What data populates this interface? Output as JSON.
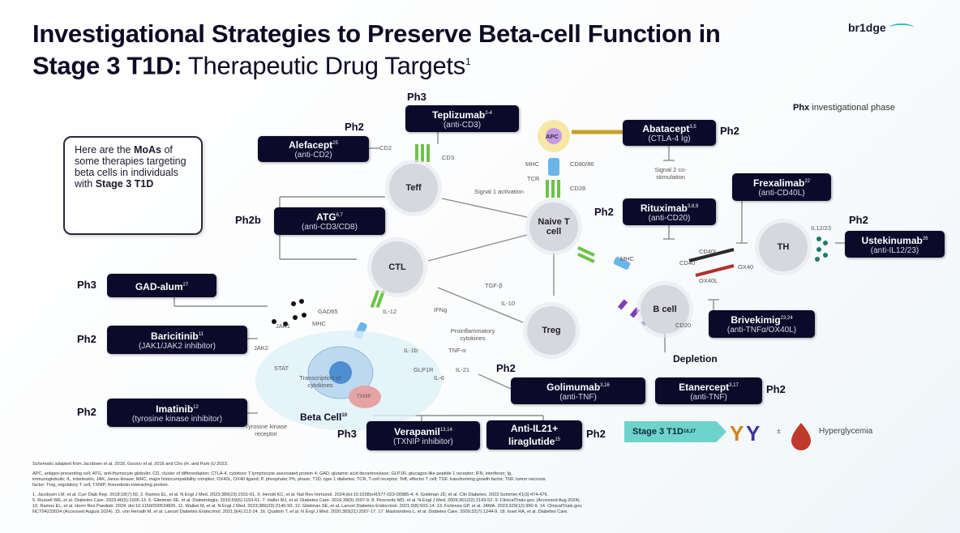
{
  "title": {
    "bold": "Investigational Strategies to Preserve Beta-cell Function in Stage 3 T1D:",
    "light": " Therapeutic Drug Targets",
    "sup": "1"
  },
  "logo": "br1dge",
  "legend": {
    "key": "Phx",
    "text": " investigational phase"
  },
  "info_box": {
    "pre": "Here are the ",
    "bold1": "MoAs",
    "mid": " of some therapies targeting beta cells in individuals with ",
    "bold2": "Stage 3 T1D"
  },
  "drugs": [
    {
      "name": "Teplizumab",
      "ref": "2-4",
      "sub": "(anti-CD3)",
      "phase": "Ph3"
    },
    {
      "name": "Alefacept",
      "ref": "25",
      "sub": "(anti-CD2)",
      "phase": "Ph2"
    },
    {
      "name": "ATG",
      "ref": "6,7",
      "sub": "(anti-CD3/CD8)",
      "phase": "Ph2b"
    },
    {
      "name": "Abatacept",
      "ref": "3,5",
      "sub": "(CTLA-4 Ig)",
      "phase": "Ph2"
    },
    {
      "name": "Frexalimab",
      "ref": "22",
      "sub": "(anti-CD40L)",
      "phase": ""
    },
    {
      "name": "Rituximab",
      "ref": "3,8,9",
      "sub": "(anti-CD20)",
      "phase": "Ph2"
    },
    {
      "name": "Ustekinumab",
      "ref": "26",
      "sub": "(anti-IL12/23)",
      "phase": "Ph2"
    },
    {
      "name": "Brivekimig",
      "ref": "23,24",
      "sub": "(anti-TNFα/OX40L)",
      "phase": ""
    },
    {
      "name": "GAD-alum",
      "ref": "27",
      "sub": "",
      "phase": "Ph3"
    },
    {
      "name": "Baricitinib",
      "ref": "11",
      "sub": "(JAK1/JAK2 inhibitor)",
      "phase": "Ph2"
    },
    {
      "name": "Imatinib",
      "ref": "12",
      "sub": "(tyrosine kinase inhibitor)",
      "phase": "Ph2"
    },
    {
      "name": "Golimumab",
      "ref": "3,16",
      "sub": "(anti-TNF)",
      "phase": "Ph2"
    },
    {
      "name": "Etanercept",
      "ref": "3,17",
      "sub": "(anti-TNF)",
      "phase": "Ph2"
    },
    {
      "name": "Verapamil",
      "ref": "13,14",
      "sub": "(TXNIP inhibitor)",
      "phase": "Ph3"
    },
    {
      "name": "Anti-IL21+ liraglutide",
      "ref": "15",
      "sub": "",
      "phase": "Ph2"
    }
  ],
  "cells": {
    "teff": "Teff",
    "naive": "Naive T cell",
    "ctl": "CTL",
    "treg": "Treg",
    "bcell": "B cell",
    "th": "TH",
    "apc": "APC",
    "beta": "Beta Cell",
    "beta_ref": "10",
    "txnip": "TXNIP"
  },
  "labels": [
    "CD2",
    "CD3",
    "MHC",
    "TCR",
    "CD80/86",
    "CD28",
    "Signal 1 activation",
    "Signal 2 co-stimulation",
    "CD40L",
    "CD40",
    "OX40",
    "OX40L",
    "IL12/23",
    "MHC",
    "CD20",
    "TGF-β",
    "IL-10",
    "IL-12",
    "IFNg",
    "Proinflammatory cytokines",
    "IL-1b",
    "TNF-α",
    "IL-6",
    "IL-21",
    "GLP1R",
    "GAD65",
    "JAK1",
    "JAK2",
    "MHC",
    "STAT",
    "Transcription of cytokines",
    "Tyrosine kinase receptor"
  ],
  "depletion": "Depletion",
  "stage": {
    "label": "Stage 3 T1D",
    "ref": "18,27",
    "pm": "±",
    "hyper": "Hyperglycemia"
  },
  "colors": {
    "drug_box": "#0c0a2a",
    "cell": "#d6d7df",
    "stage": "#6fd3cd",
    "tcr_green": "#6cc24a",
    "mhc_blue": "#6bb6e8"
  },
  "footer": {
    "schematic": "Schematic adapted from Jacobsen et al. 2018, Gurzov et al. 2016 and Cho (H. and Park (U 2023.",
    "abbrev1": "APC, antigen-presenting cell; ATG, anti-thymocyte globulin; CD, cluster of differentiation; CTLA-4, cytotoxic T-lymphocyte associated protein 4; GAD, glutamic acid decarboxylase; GLP1R, glucagon-like peptide 1 receptor; IFN, interferon; Ig,",
    "abbrev2": "immunoglobulin; IL, interleukin; JAK, Janus kinase; MHC, major histocompatibility complex; OX40L, OX40 ligand; P, phosphate; Ph, phase; T1D, type 1 diabetes; TCR, T-cell receptor; Teff, effector T cell; TGF, transforming growth factor; TNF, tumor necrosis",
    "abbrev3": "factor; Treg, regulatory T cell; TXNIP, thioredoxin-interacting protein.",
    "refs1": "1. Jacobsen LM, et al. Curr Diab Rep. 2018;18(7):50. 2. Ramos EL, et al. N Engl J Med. 2023;389(23):2151-61. 3. Herold KC, et al. Nat Rev Immunol. 2024;doi:10.1038/s41577-023-00985-4. 4. Goldman JD, et al. Clin Diabetes. 2023 Summer;41(3):474-476.",
    "refs2": "5. Russell WE, et al. Diabetes Care. 2023;46(5):1005-13. 6. Gitelman SE, et al. Diabetologia. 2016;59(6):1153-61. 7. Haller MJ, et al. Diabetes Care. 2016;39(9):1597-9. 8. Pescovitz MD, et al. N Engl J Med. 2009;361(22):2143-52. 9. ClinicalTrials.gov. (Accessed Aug 2024).",
    "refs3": "10. Ramos EL, et al. Horm Res Paediatr. 2024; doi:10.1159/000534826. 11. Waibel M, et al. N Engl J Med. 2023;389(23):2140-50. 12. Gitelman SE, et al. Lancet Diabetes Endocrinol. 2021;9(8):502-14. 13. Forlenza GP, et al. JAMA. 2023;329(12):990-9. 14. ClinicalTrials.gov.",
    "refs4": "NCT04233034 (Accessed August 2024). 15. von Herrath M, et al. Lancet Diabetes Endocrinol. 2021;9(4):212-24. 16. Quattrin T, et al. N Engl J Med. 2020;383(21):2007-17. 17. Mastrandrea L, et al. Diabetes Care. 2009;32(7):1244-9. 18. Insel RA, et al. Diabetes Care."
  }
}
